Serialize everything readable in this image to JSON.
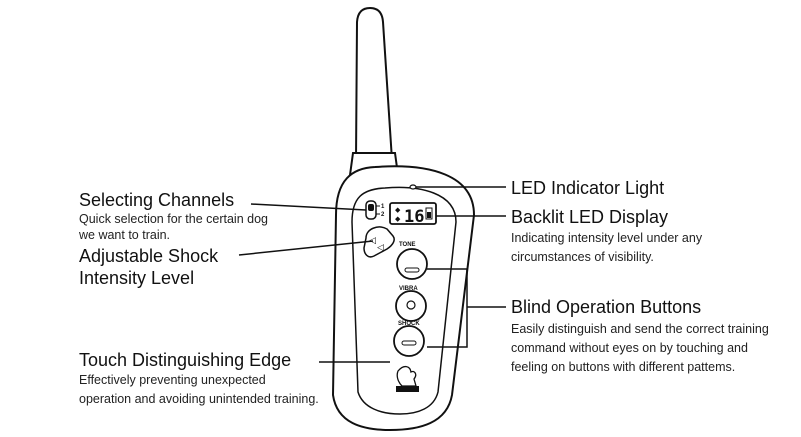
{
  "callouts": {
    "selecting_channels": {
      "title": "Selecting Channels",
      "desc": "Quick selection for the certain dog we want to train."
    },
    "adjustable_shock": {
      "title": "Adjustable Shock Intensity Level"
    },
    "touch_edge": {
      "title": "Touch Distinguishing Edge",
      "desc": "Effectively preventing unexpected operation and avoiding unintended training."
    },
    "led_indicator": {
      "title": "LED Indicator Light"
    },
    "backlit_display": {
      "title": "Backlit LED Display",
      "desc": "Indicating intensity level under any circumstances of visibility."
    },
    "blind_buttons": {
      "title": "Blind Operation Buttons",
      "desc": "Easily distinguish and send the correct training command without eyes on by touching and feeling on buttons with different pattems."
    }
  },
  "device": {
    "display_value": "16",
    "channel_1": "1",
    "channel_2": "2",
    "button_tone": "TONE",
    "button_vibra": "VIBRA",
    "button_shock": "SHOCK"
  }
}
